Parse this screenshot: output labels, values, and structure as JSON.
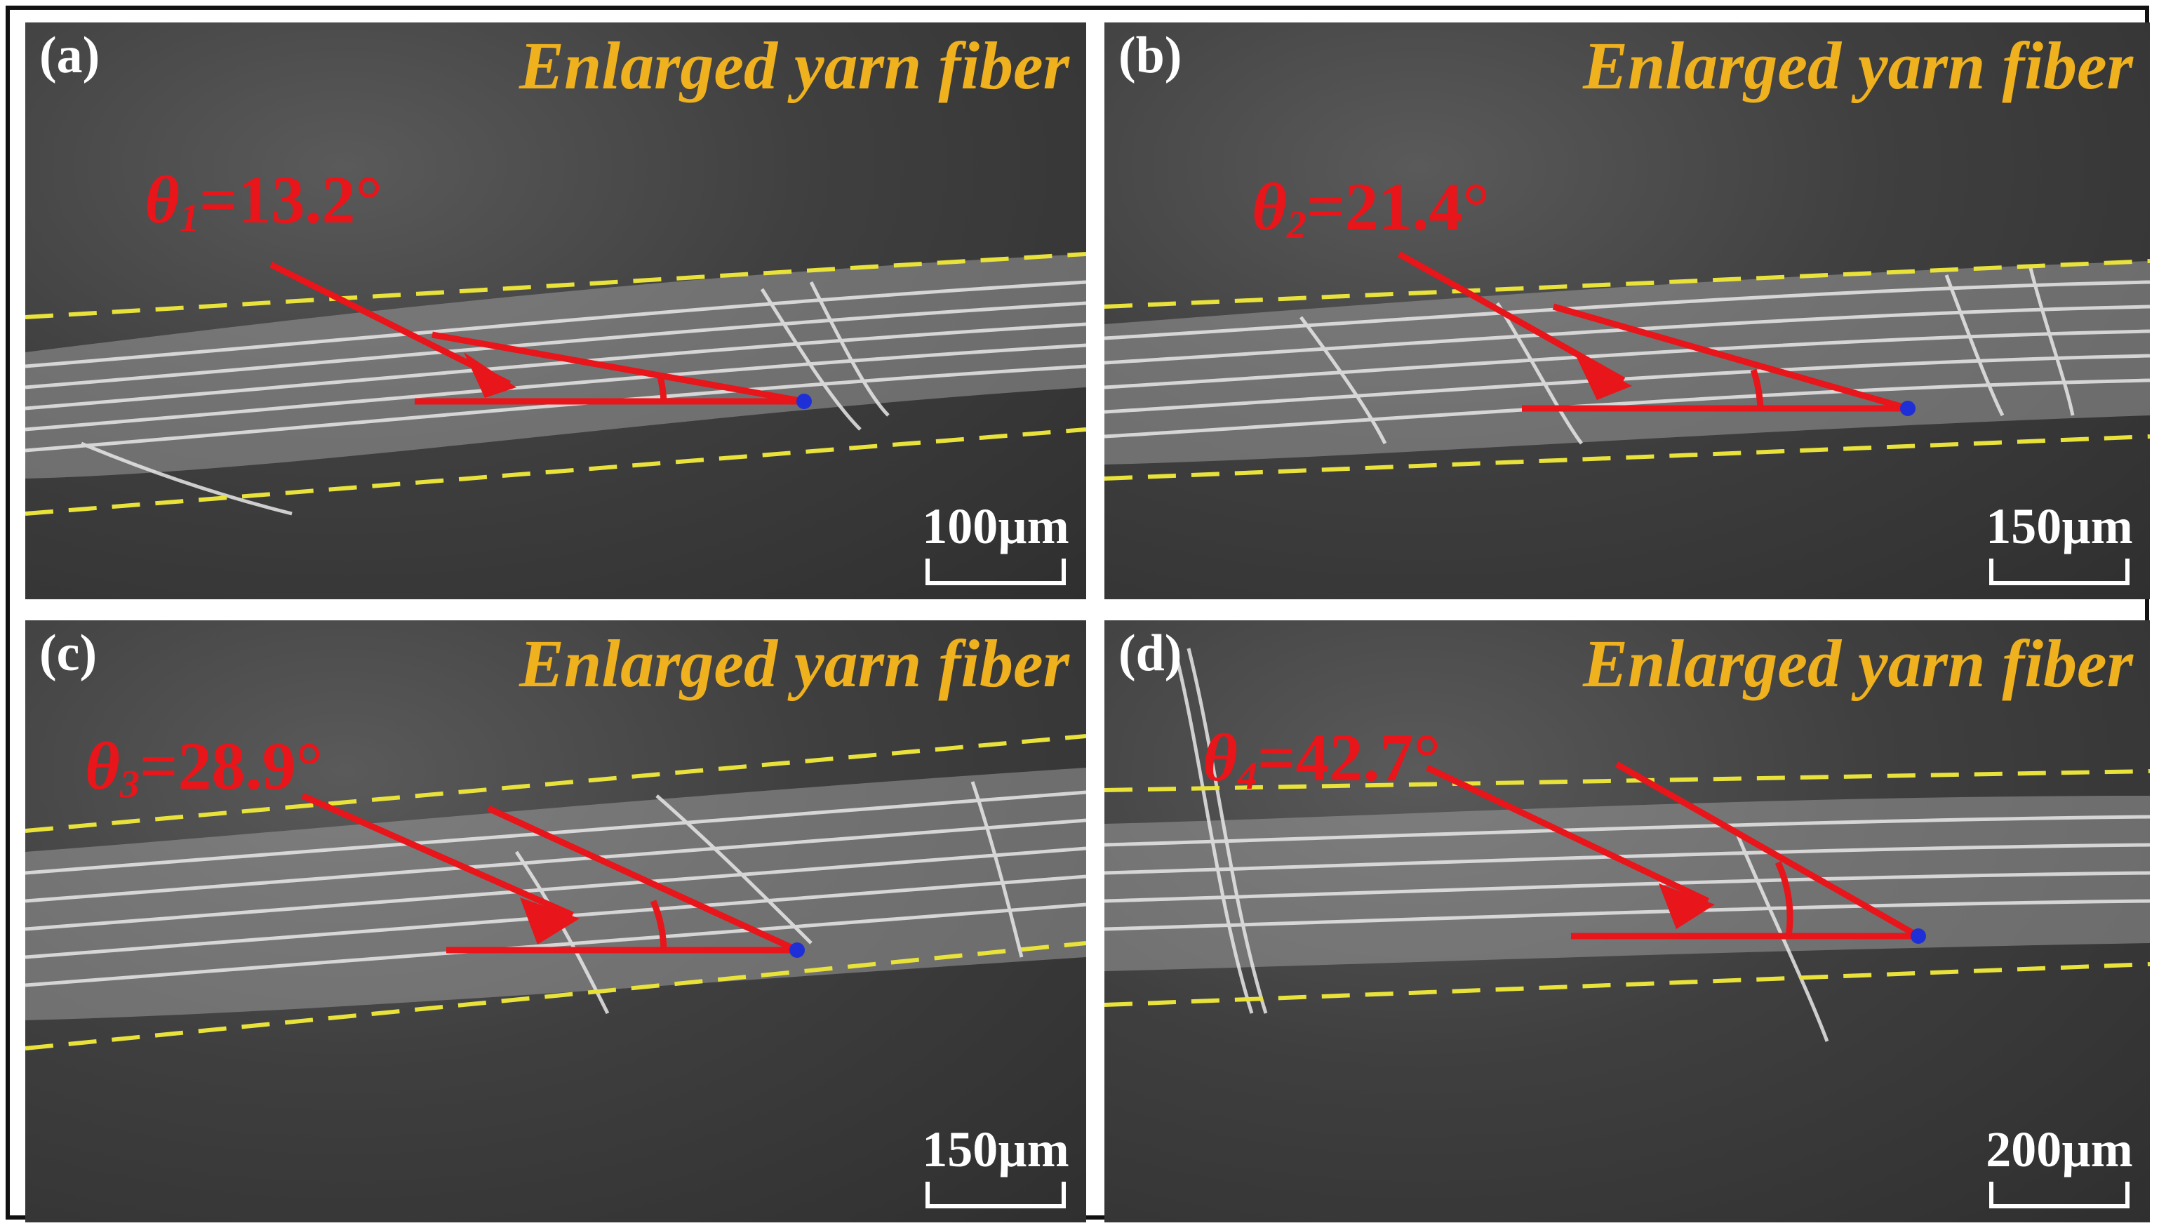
{
  "colors": {
    "title": "#f0b11e",
    "angle_text": "#e8151a",
    "guide_line": "#e8e23a",
    "marker": "#1f2fd8",
    "annotation": "#e8151a"
  },
  "panels": [
    {
      "label": "(a)",
      "title": "Enlarged yarn fiber",
      "symbol": "θ",
      "sub": "1",
      "angle": "=13.2°",
      "scale": "100µm"
    },
    {
      "label": "(b)",
      "title": "Enlarged yarn fiber",
      "symbol": "θ",
      "sub": "2",
      "angle": "=21.4°",
      "scale": "150µm"
    },
    {
      "label": "(c)",
      "title": "Enlarged yarn fiber",
      "symbol": "θ",
      "sub": "3",
      "angle": "=28.9°",
      "scale": "150µm"
    },
    {
      "label": "(d)",
      "title": "Enlarged yarn fiber",
      "symbol": "θ",
      "sub": "4",
      "angle": "=42.7°",
      "scale": "200µm"
    }
  ]
}
